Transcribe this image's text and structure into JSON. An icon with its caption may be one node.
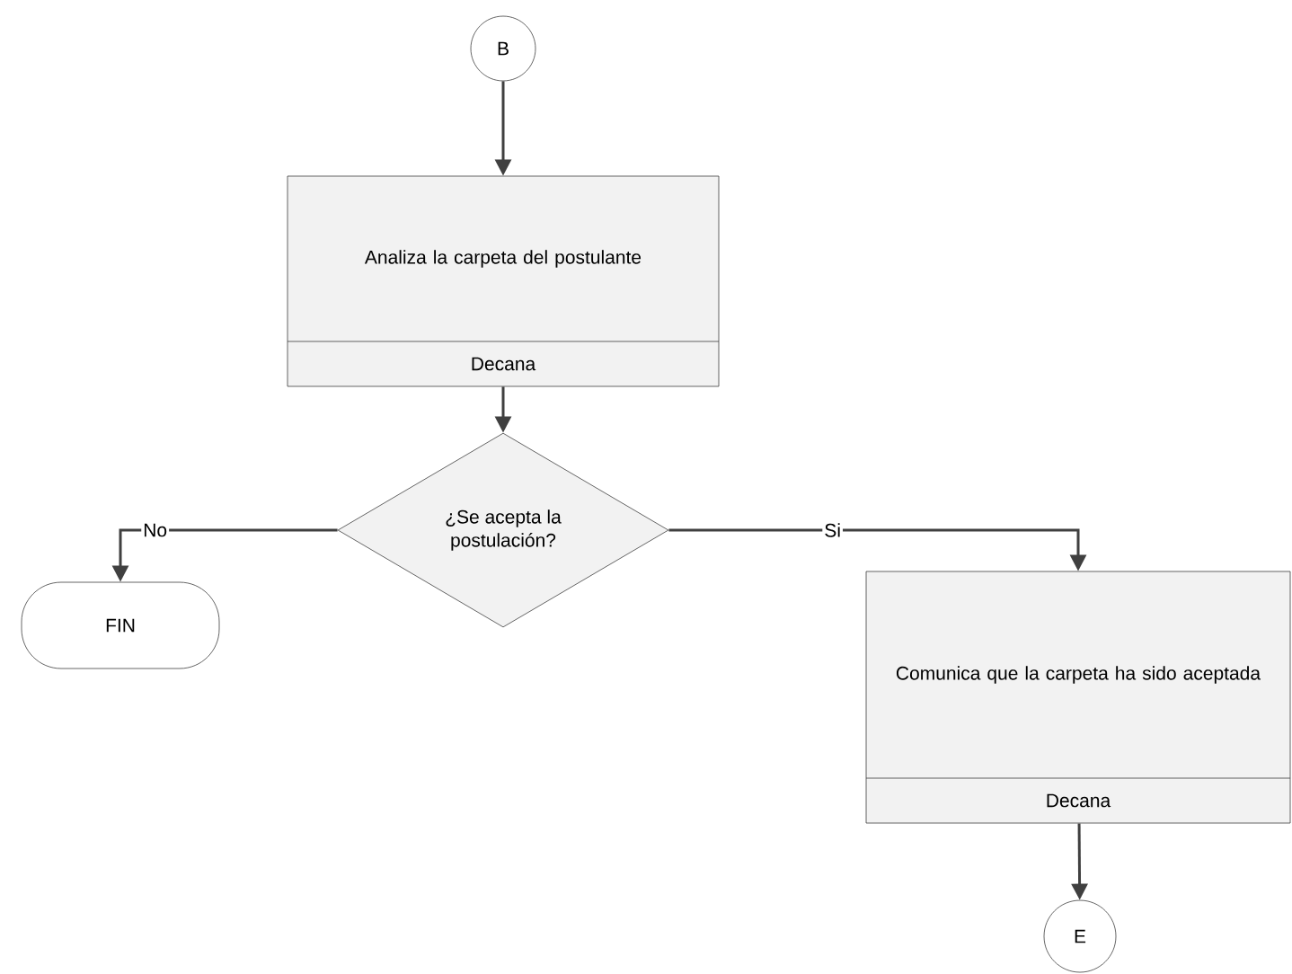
{
  "diagram": {
    "nodes": [
      {
        "text": [
          "B"
        ]
      },
      {
        "text": [
          "Analiza la carpeta del postulante",
          "Decana"
        ]
      },
      {
        "text": [
          "¿Se acepta la postulación?"
        ]
      },
      {
        "text": [
          "FIN"
        ]
      },
      {
        "text": [
          "Comunica que la carpeta ha sido aceptada",
          "Decana"
        ]
      },
      {
        "text": [
          "E"
        ]
      }
    ],
    "edges": [
      {
        "from": 0,
        "to": 1,
        "arrow": "to"
      },
      {
        "from": 1,
        "to": 2,
        "arrow": "to"
      },
      {
        "from": 2,
        "to": 3,
        "arrow": "to",
        "label": "No"
      },
      {
        "from": 2,
        "to": 4,
        "arrow": "to",
        "label": "Si"
      },
      {
        "from": 4,
        "to": 5,
        "arrow": "to"
      }
    ]
  }
}
